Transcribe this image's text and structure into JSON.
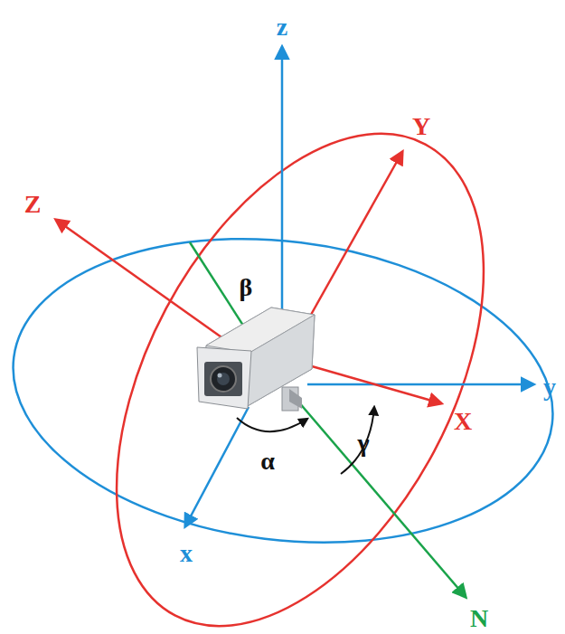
{
  "diagram": {
    "labels": [
      "z",
      "Y",
      "Z",
      "β",
      "y",
      "X",
      "α",
      "γ",
      "x",
      "N"
    ]
  }
}
